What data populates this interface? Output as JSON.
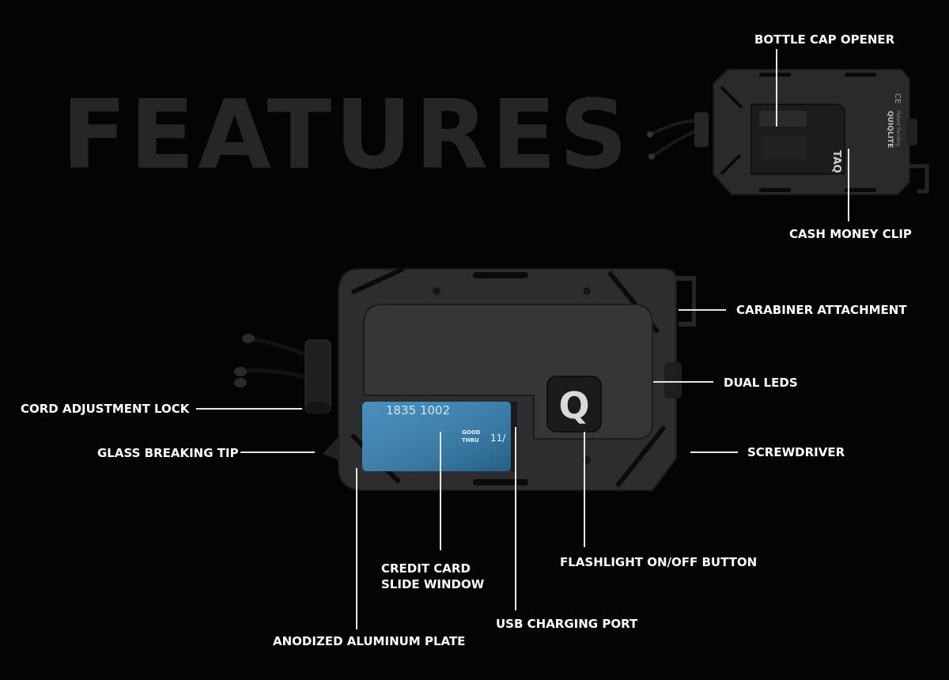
{
  "headline": "FEATURES",
  "labels": {
    "bottle_cap_opener": "BOTTLE CAP OPENER",
    "cash_money_clip": "CASH MONEY CLIP",
    "carabiner_attachment": "CARABINER ATTACHMENT",
    "dual_leds": "DUAL LEDS",
    "screwdriver": "SCREWDRIVER",
    "cord_adjustment_lock": "CORD ADJUSTMENT LOCK",
    "glass_breaking_tip": "GLASS BREAKING TIP",
    "credit_card_slide_window_line1": "CREDIT CARD",
    "credit_card_slide_window_line2": "SLIDE WINDOW",
    "flashlight_button": "FLASHLIGHT ON/OFF BUTTON",
    "usb_charging_port": "USB CHARGING PORT",
    "anodized_aluminum_plate": "ANODIZED ALUMINUM PLATE"
  },
  "product_markings": {
    "brand_vertical": "QUIQLITE",
    "model": "TAQ",
    "patent": "Patent Pending",
    "ce_mark": "CE",
    "logo_letter": "Q"
  },
  "credit_card": {
    "number_fragment": "1835 1002",
    "good_thru_line1": "GOOD",
    "good_thru_line2": "THRU",
    "expiry_fragment": "11/"
  },
  "colors": {
    "background": "#040404",
    "headline": "#262626",
    "label_text": "#ffffff",
    "leader_line": "#e6e6e6",
    "device_body": "#2c2c2e",
    "card_blue": "#2f7fb3"
  }
}
